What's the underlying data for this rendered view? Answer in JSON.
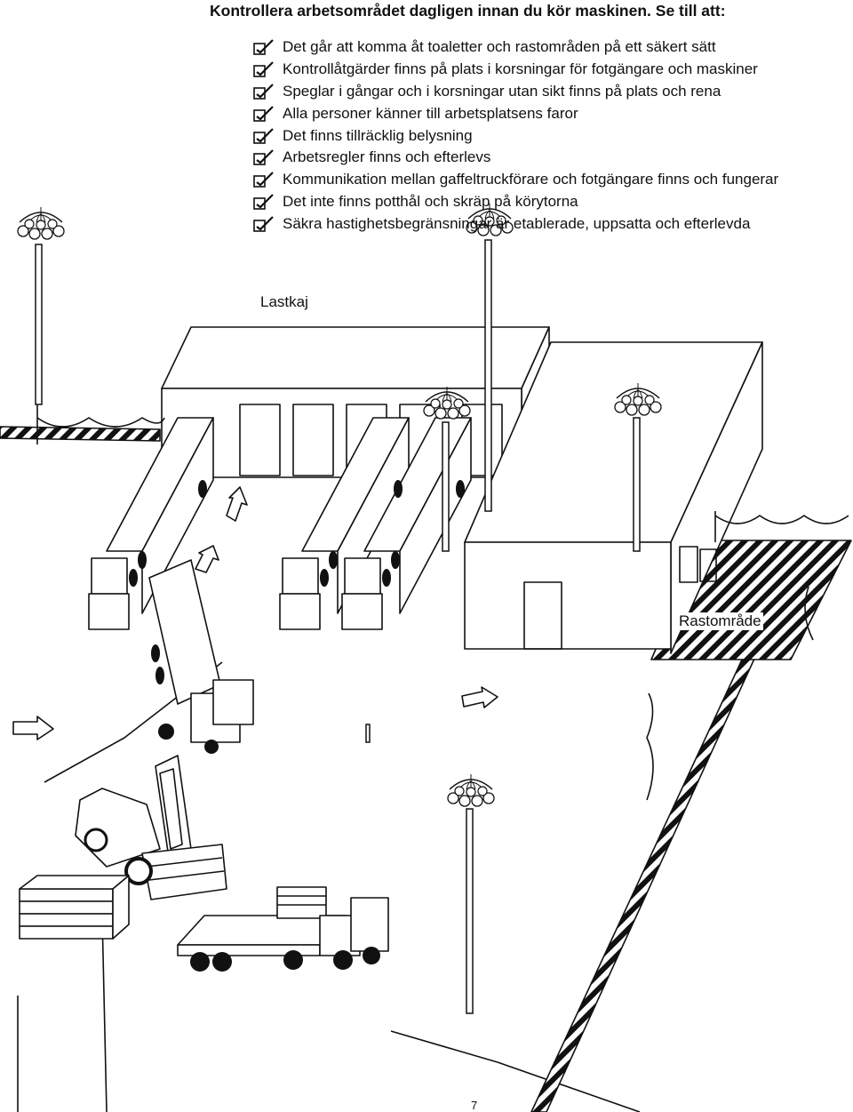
{
  "heading": "Kontrollera arbetsområdet dagligen innan du kör maskinen. Se till att:",
  "checklist": [
    "Det går att komma åt toaletter och rastområden på ett säkert sätt",
    "Kontrollåtgärder finns på plats i korsningar för fotgängare och maskiner",
    "Speglar i gångar och i korsningar utan sikt finns på plats och rena",
    "Alla personer känner till arbetsplatsens faror",
    "Det finns tillräcklig belysning",
    "Arbetsregler finns och efterlevs",
    "Kommunikation mellan gaffeltruckförare och fotgängare finns och fungerar",
    "Det inte finns potthål och skräp på körytorna",
    "Säkra hastighetsbegränsningar är etablerade, uppsatta och efterlevda"
  ],
  "icons": {
    "checkbox": "checkbox-checked-icon"
  },
  "scene": {
    "label_dock": "Lastkaj",
    "label_rest_area": "Rastområde"
  },
  "page_number": "7"
}
